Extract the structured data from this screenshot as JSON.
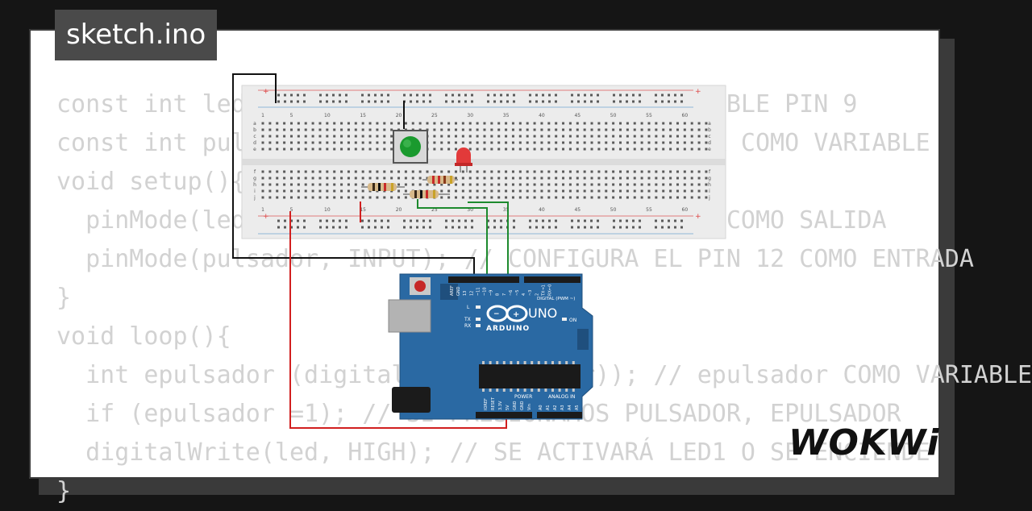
{
  "title": "sketch.ino",
  "brand": "WOKWi",
  "code_lines": [
    "const int led = 9; // CONFIGURA LED COMO VARIABLE PIN 9",
    "const int pulsador = 12; // CONFIGURA PULSADOR COMO VARIABLE",
    "void setup(){",
    "  pinMode(led, OUTPUT); // CONFIGURA EL PIN 9 COMO SALIDA",
    "  pinMode(pulsador, INPUT); // CONFIGURA EL PIN 12 COMO ENTRADA",
    "}",
    "void loop(){",
    "  int epulsador (digitalRead(pulsador)); // epulsador COMO VARIABLE",
    "  if (epulsador =1); // SI PRESIONAMOS PULSADOR, EPULSADOR",
    "  digitalWrite(led, HIGH); // SE ACTIVARÁ LED1 O SE ENCIENDE",
    "}"
  ],
  "board": {
    "brand": "ARDUINO",
    "model": "UNO",
    "digital_label": "DIGITAL (PWM ~)",
    "power_label": "POWER",
    "analog_label": "ANALOG IN",
    "on_label": "ON",
    "led_labels": [
      "L",
      "TX",
      "RX"
    ],
    "digital_pins": [
      "AREF",
      "GND",
      "13",
      "12",
      "~11",
      "~10",
      "~9",
      "8",
      "7",
      "~6",
      "~5",
      "4",
      "~3",
      "2",
      "TX→1",
      "RX←0"
    ],
    "power_pins": [
      "IOREF",
      "RESET",
      "3.3V",
      "5V",
      "GND",
      "GND",
      "Vin"
    ],
    "analog_pins": [
      "A0",
      "A1",
      "A2",
      "A3",
      "A4",
      "A5"
    ]
  },
  "breadboard": {
    "column_numbers": [
      "1",
      "5",
      "10",
      "15",
      "20",
      "25",
      "30",
      "35",
      "40",
      "45",
      "50",
      "55",
      "60"
    ],
    "row_letters_top": [
      "a",
      "b",
      "c",
      "d",
      "e"
    ],
    "row_letters_bottom": [
      "f",
      "g",
      "h",
      "i",
      "j"
    ],
    "rail_plus": "+",
    "rail_minus": "−"
  },
  "colors": {
    "board": "#2a69a3",
    "breadboard": "#ececec",
    "wire_black": "#111111",
    "wire_red": "#d11f1f",
    "wire_green": "#1d8a2e",
    "button_cap": "#1a9a2e",
    "led": "#e23a3a"
  }
}
